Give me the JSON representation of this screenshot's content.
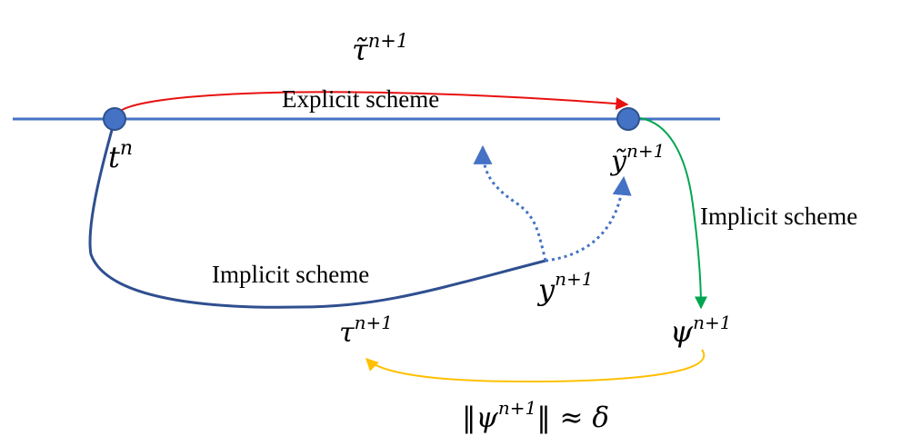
{
  "labels": {
    "explicit_scheme": "Explicit scheme",
    "implicit_scheme_bottom": "Implicit scheme",
    "implicit_scheme_right": "Implicit scheme"
  },
  "math": {
    "tau_tilde": {
      "base": "τ̃",
      "sup": "n+1"
    },
    "t_n": {
      "base": "t",
      "sup": "n"
    },
    "y_tilde": {
      "base": "ỹ",
      "sup": "n+1"
    },
    "y": {
      "base": "y",
      "sup": "n+1"
    },
    "tau": {
      "base": "τ",
      "sup": "n+1"
    },
    "psi": {
      "base": "ψ",
      "sup": "n+1"
    },
    "norm": {
      "open": "‖ψ",
      "sup": "n+1",
      "close": "‖ ≈ δ"
    }
  },
  "colors": {
    "axis": "#4472c4",
    "node_fill": "#4472c4",
    "node_stroke": "#2f528f",
    "explicit_arrow": "#e81010",
    "implicit_curve": "#2f4f8f",
    "dotted": "#4472c4",
    "green_arrow": "#00a651",
    "yellow_arrow": "#ffc000"
  }
}
